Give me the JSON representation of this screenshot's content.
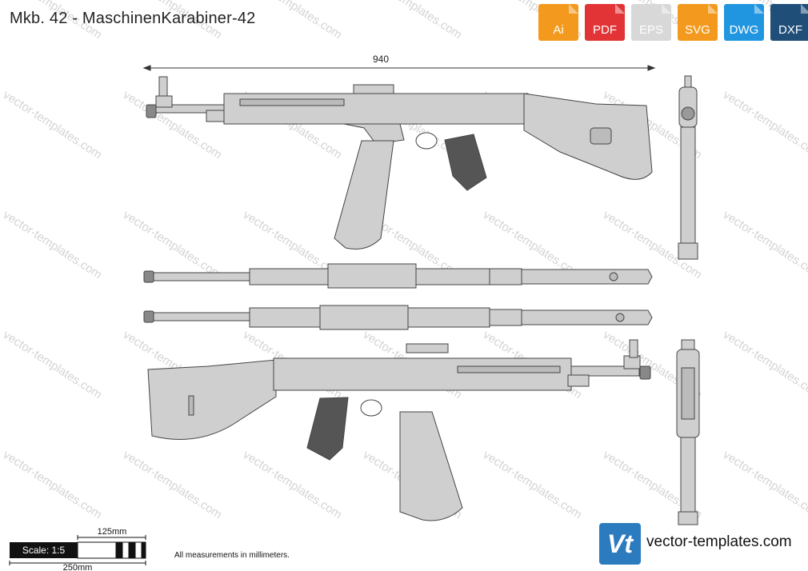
{
  "title": "Mkb. 42 - MaschinenKarabiner-42",
  "watermark_text": "vector-templates.com",
  "formats": [
    {
      "label": "Ai",
      "color": "#f39a1e"
    },
    {
      "label": "PDF",
      "color": "#e23436"
    },
    {
      "label": "EPS",
      "color": "#d8d8d8"
    },
    {
      "label": "SVG",
      "color": "#f39a1e"
    },
    {
      "label": "DWG",
      "color": "#2196e0"
    },
    {
      "label": "DXF",
      "color": "#1f4e79"
    }
  ],
  "dimension": {
    "overall_length": "940"
  },
  "scale": {
    "label": "Scale: 1:5",
    "mark_half": "125mm",
    "mark_full": "250mm"
  },
  "note": "All measurements in millimeters.",
  "brand": {
    "logo": "Vt",
    "name": "vector-templates.com"
  },
  "colors": {
    "fill": "#cfcfcf",
    "stroke": "#444444",
    "grip": "#555555"
  }
}
